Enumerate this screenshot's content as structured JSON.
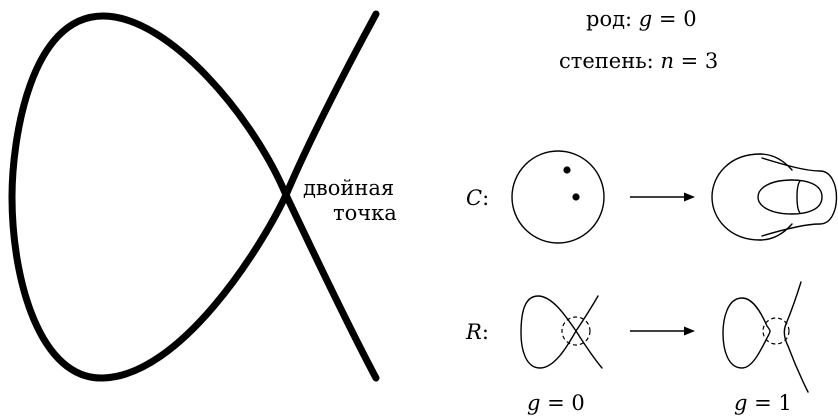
{
  "header": {
    "genus_word": "род:",
    "genus_var": "g",
    "genus_rest": "= 0",
    "degree_word": "степень:",
    "degree_var": "n",
    "degree_rest": "= 3"
  },
  "double_point": {
    "line1": "двойная",
    "line2": "точка"
  },
  "row_c": {
    "label_var": "C",
    "label_colon": ":"
  },
  "row_r": {
    "label_var": "R",
    "label_colon": ":"
  },
  "bottom": {
    "left_var": "g",
    "left_rest": "= 0",
    "right_var": "g",
    "right_rest": "= 1"
  },
  "colors": {
    "ink": "#000000",
    "background": "#ffffff"
  }
}
